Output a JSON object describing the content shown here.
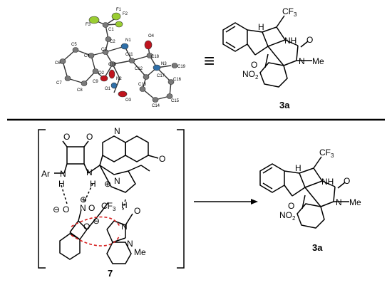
{
  "crystal": {
    "atoms": [
      "F1",
      "F2",
      "F3",
      "C1",
      "C2",
      "C3",
      "C4",
      "C5",
      "C6",
      "C7",
      "C8",
      "C9",
      "C10",
      "C11",
      "C12",
      "C13",
      "C14",
      "C15",
      "C16",
      "C17",
      "C18",
      "C19",
      "N1",
      "N2",
      "N3",
      "O1",
      "O2",
      "O3",
      "O4"
    ],
    "equiv_symbol": "≡"
  },
  "product_top": {
    "cf3": "CF",
    "cf3_sub": "3",
    "nh": "NH",
    "o_carbonyl": "O",
    "o_ring": "O",
    "no2": "NO",
    "no2_sub": "2",
    "n_me": "N",
    "me": "Me",
    "h": "H",
    "label": "3a"
  },
  "transition_state": {
    "ar": "Ar",
    "n": "N",
    "h": "H",
    "o": "O",
    "quinoline_n": "N",
    "ome": "O",
    "cf3": "CF",
    "cf3_sub": "3",
    "plus": "⊕",
    "minus": "⊖",
    "me": "Me",
    "label": "7"
  },
  "product_bottom": {
    "cf3": "CF",
    "cf3_sub": "3",
    "nh": "NH",
    "o_carbonyl": "O",
    "o_ring": "O",
    "no2": "NO",
    "no2_sub": "2",
    "n_me": "N",
    "me": "Me",
    "h": "H",
    "label": "3a"
  },
  "colors": {
    "fluorine": "#9acd32",
    "oxygen": "#c0141e",
    "nitrogen": "#2f6fa8",
    "carbon": "#7a7a7a",
    "arrow_red": "#d62020"
  }
}
